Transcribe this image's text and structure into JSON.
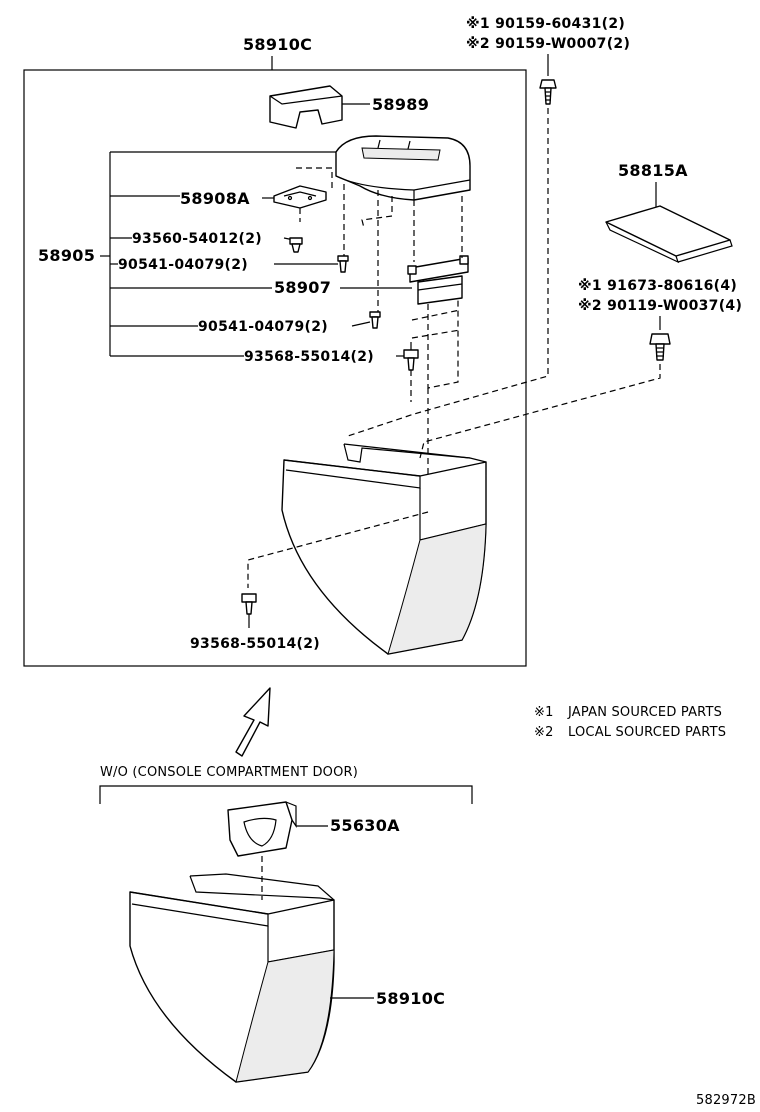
{
  "diagram": {
    "frame_label": "58910C",
    "labels": {
      "p58989": "58989",
      "p58908A": "58908A",
      "p58905": "58905",
      "p93560": "93560-54012(2)",
      "p90541a": "90541-04079(2)",
      "p58907": "58907",
      "p90541b": "90541-04079(2)",
      "p93568a": "93568-55014(2)",
      "p93568b": "93568-55014(2)",
      "p58815A": "58815A",
      "p55630A": "55630A",
      "p58910C_lower": "58910C"
    },
    "bolt_top": {
      "line1": "※1 90159-60431(2)",
      "line2": "※2 90159-W0007(2)"
    },
    "bolt_right": {
      "line1": "※1 91673-80616(4)",
      "line2": "※2 90119-W0037(4)"
    },
    "legend": {
      "item1_mark": "※1",
      "item1_text": "JAPAN SOURCED PARTS",
      "item2_mark": "※2",
      "item2_text": "LOCAL SOURCED PARTS"
    },
    "variant_label": "W/O (CONSOLE COMPARTMENT DOOR)",
    "drawing_number": "582972B"
  }
}
